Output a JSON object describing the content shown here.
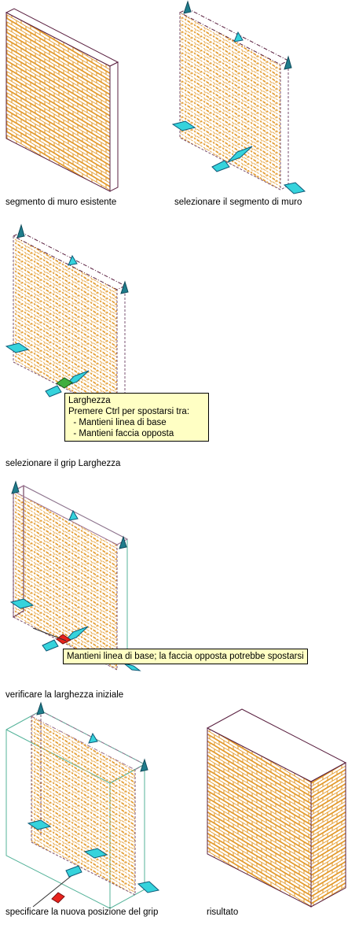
{
  "captions": {
    "existing": "segmento di muro esistente",
    "select_segment": "selezionare il segmento di muro",
    "select_grip": "selezionare il grip Larghezza",
    "verify_width": "verificare la larghezza iniziale",
    "specify_position": "specificare la nuova posizione del grip",
    "result": "risultato"
  },
  "tooltips": {
    "width_grip": {
      "title": "Larghezza",
      "line1": "Premere Ctrl per spostarsi tra:",
      "line2": "  - Mantieni linea di base",
      "line3": "  - Mantieni faccia opposta"
    },
    "keep_baseline": "Mantieni linea di base; la faccia opposta potrebbe spostarsi"
  },
  "colors": {
    "brick": "#e39a2c",
    "wall_edge": "#5a2040",
    "grip_fill": "#35d3dc",
    "grip_edge": "#0e5a78",
    "active_grip": "#e8231d",
    "hover_grip": "#3fae3f",
    "bounding_box": "#55b39a"
  }
}
